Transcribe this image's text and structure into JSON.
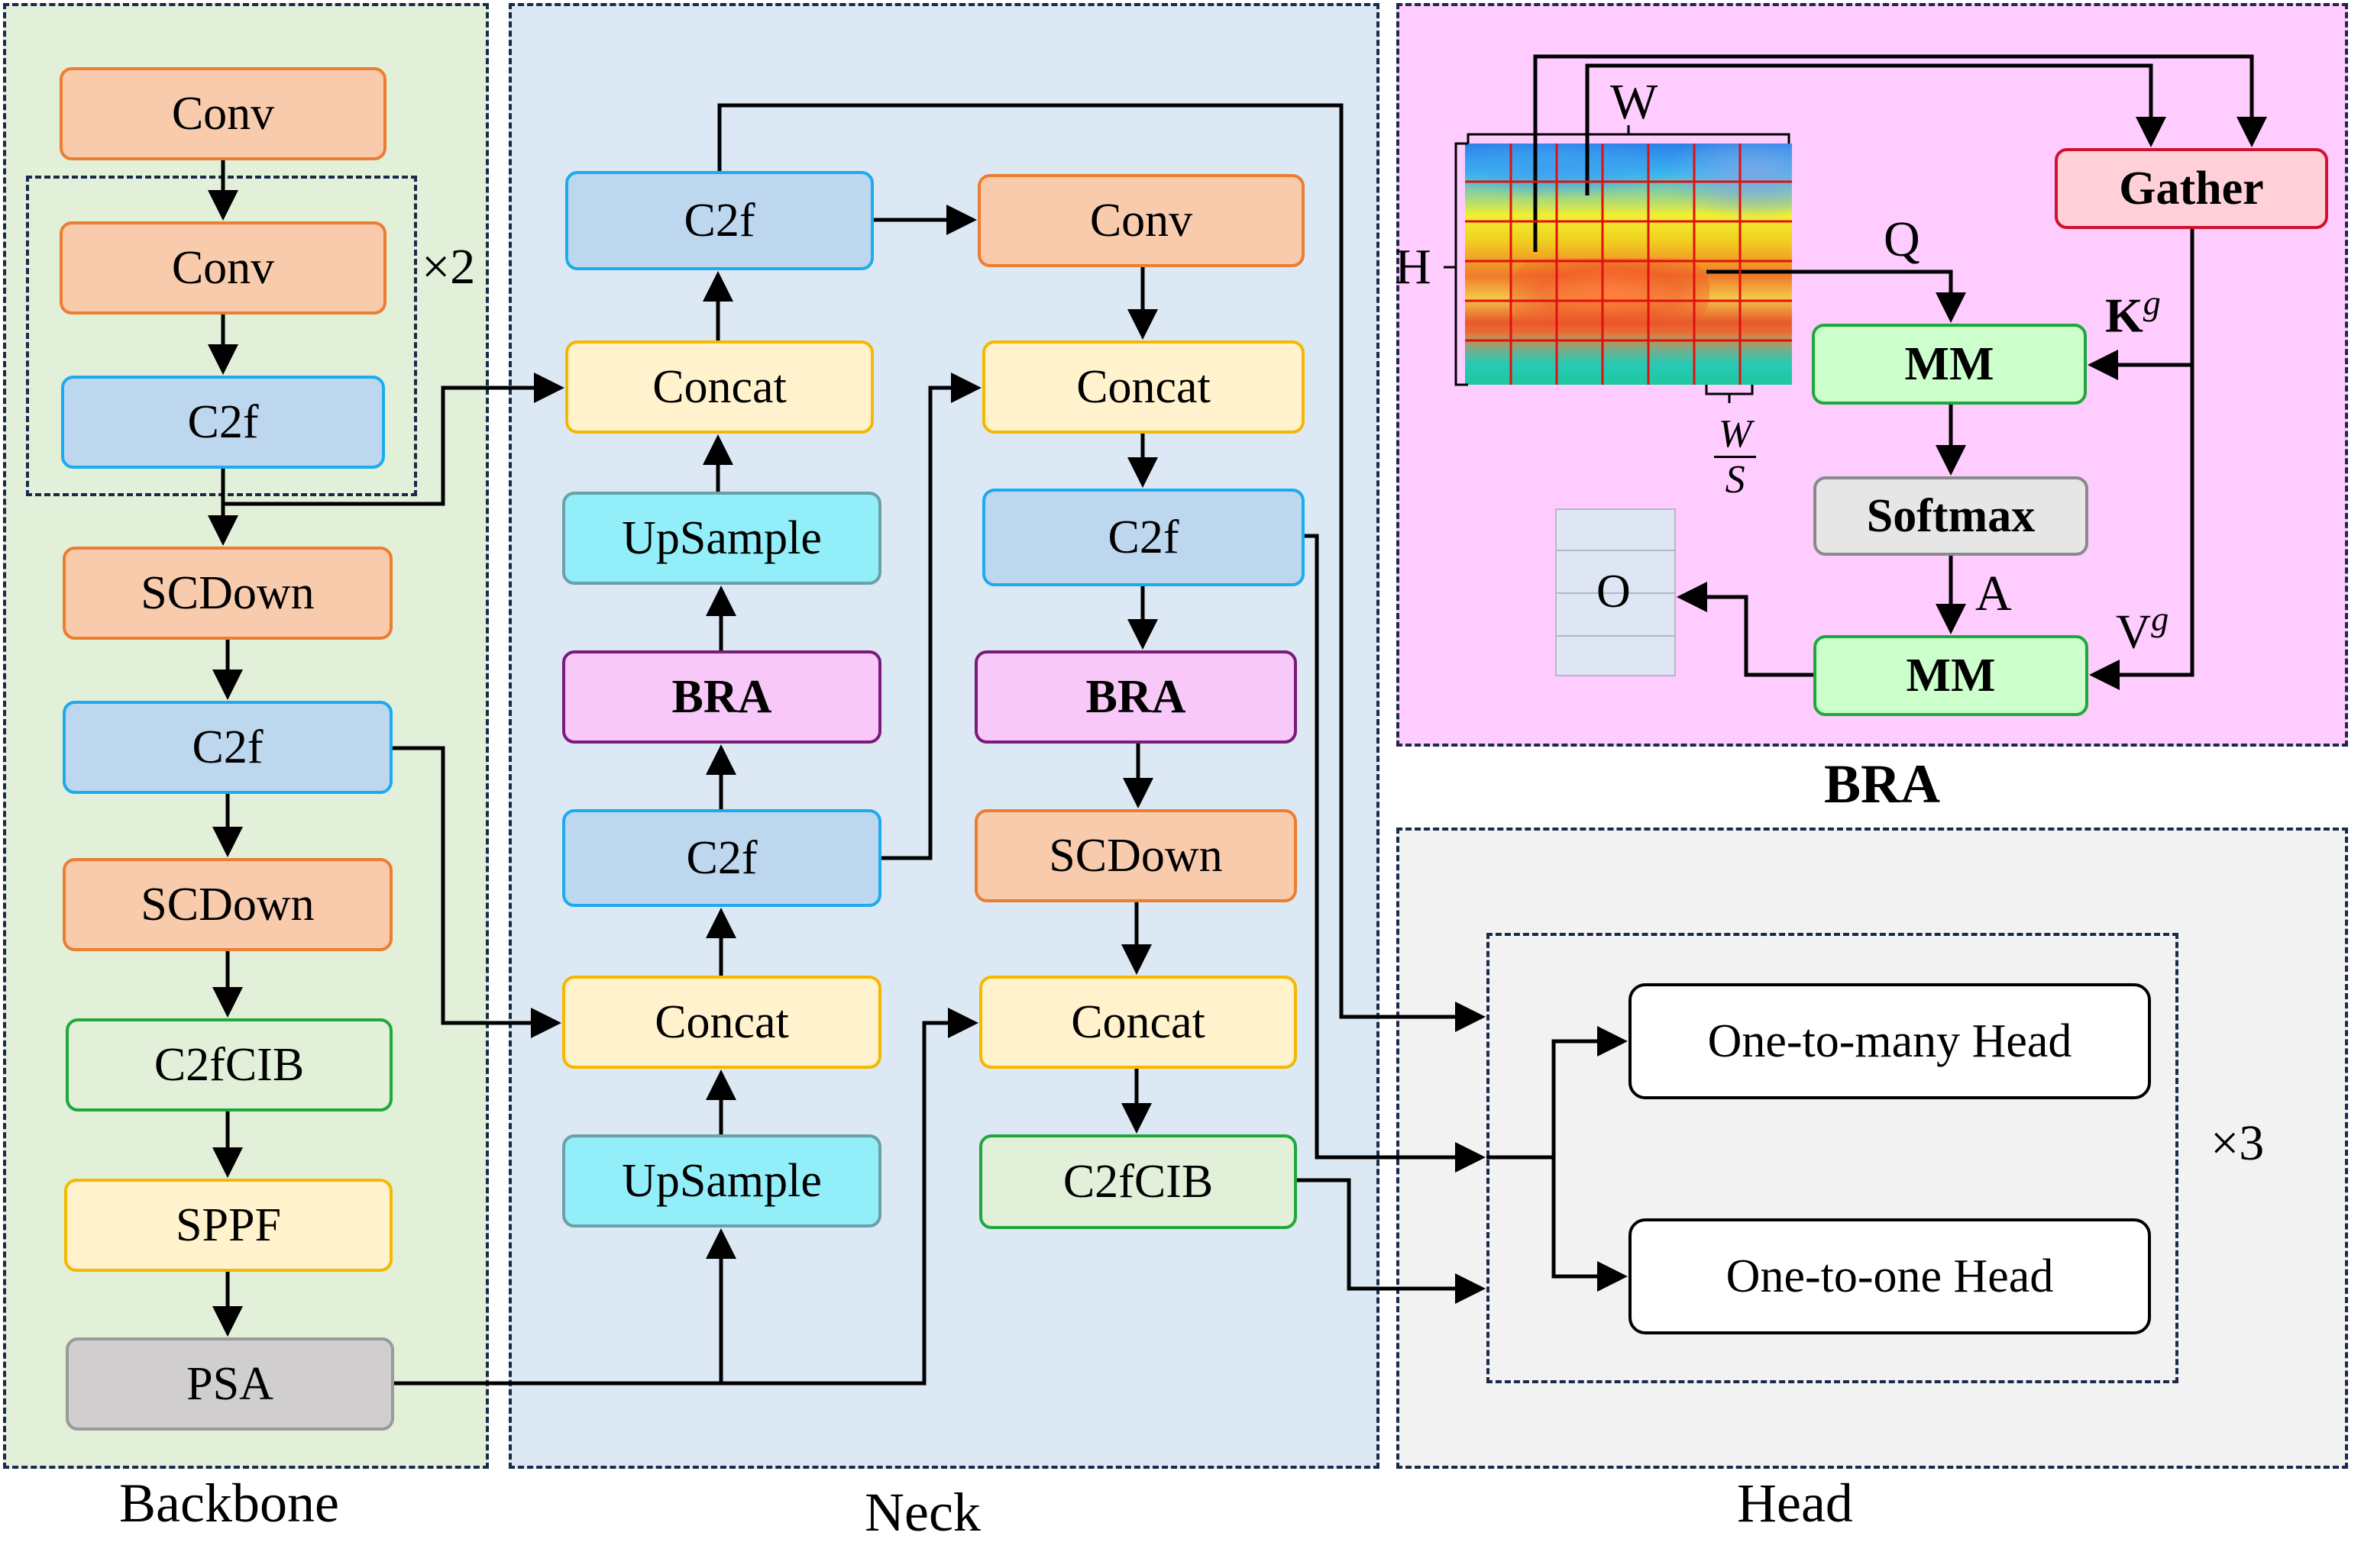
{
  "regions": {
    "backbone_label": "Backbone",
    "neck_label": "Neck",
    "head_label": "Head",
    "bra_label": "BRA"
  },
  "backbone": {
    "conv_top": "Conv",
    "conv_repeat": "Conv",
    "c2f_repeat": "C2f",
    "repeat_mark": "×2",
    "scdown_1": "SCDown",
    "c2f_2": "C2f",
    "scdown_2": "SCDown",
    "c2fcib": "C2fCIB",
    "sppf": "SPPF",
    "psa": "PSA"
  },
  "neck_left": {
    "c2f_top": "C2f",
    "concat_top": "Concat",
    "upsample_top": "UpSample",
    "bra": "BRA",
    "c2f_mid": "C2f",
    "concat_bottom": "Concat",
    "upsample_bottom": "UpSample"
  },
  "neck_right": {
    "conv": "Conv",
    "concat_top": "Concat",
    "c2f": "C2f",
    "bra": "BRA",
    "scdown": "SCDown",
    "concat_bottom": "Concat",
    "c2fcib": "C2fCIB"
  },
  "head": {
    "one_to_many": "One-to-many Head",
    "one_to_one": "One-to-one Head",
    "repeat_mark": "×3"
  },
  "bra_detail": {
    "gather": "Gather",
    "mm_top": "MM",
    "softmax": "Softmax",
    "mm_bottom": "MM",
    "output": "O",
    "w_label": "W",
    "h_label": "H",
    "q_label": "Q",
    "a_label": "A",
    "k_label": "K",
    "k_sup": "g",
    "v_label": "V",
    "v_sup": "g",
    "ws_num": "W",
    "ws_den": "S"
  },
  "colors": {
    "backbone_bg": "#e2efd9",
    "neck_bg": "#dce9f5",
    "bra_bg": "#ffccff",
    "head_bg": "#f2f2f2",
    "grid_line": "#e01010"
  }
}
